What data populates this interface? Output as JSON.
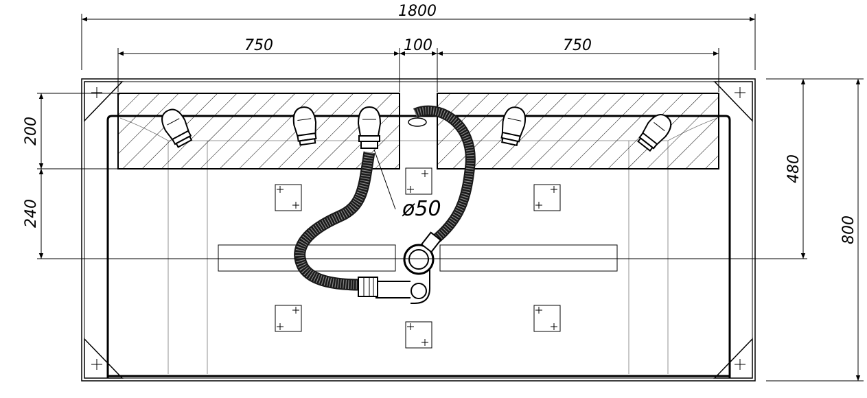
{
  "dimensions": {
    "overall_width": "1800",
    "left_section": "750",
    "gap": "100",
    "right_section": "750",
    "tray_depth": "200",
    "drain_offset": "240",
    "inner_depth": "480",
    "overall_depth": "800",
    "drain_diameter": "ø50"
  },
  "colors": {
    "line": "#000000",
    "hose": "#1a1a1a",
    "background": "#ffffff"
  }
}
